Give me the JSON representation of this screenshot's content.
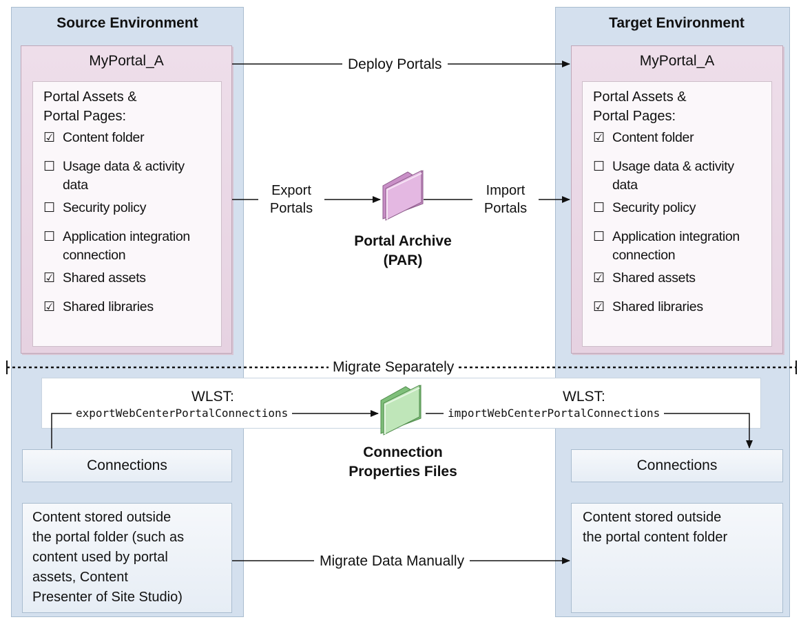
{
  "source_env": {
    "title": "Source Environment",
    "portal_name": "MyPortal_A",
    "assets_heading": [
      "Portal Assets &",
      "Portal Pages:"
    ],
    "assets": [
      {
        "label": [
          "Content folder"
        ],
        "checked": true
      },
      {
        "label": [
          "Usage data & activity",
          "data"
        ],
        "checked": false
      },
      {
        "label": [
          "Security policy"
        ],
        "checked": false
      },
      {
        "label": [
          "Application integration",
          "connection"
        ],
        "checked": false
      },
      {
        "label": [
          "Shared assets"
        ],
        "checked": true
      },
      {
        "label": [
          "Shared libraries"
        ],
        "checked": true
      }
    ],
    "connections_label": "Connections",
    "content_outside": [
      "Content stored outside",
      "the portal folder (such as",
      "content used by portal",
      "assets, Content",
      "Presenter of Site Studio)"
    ]
  },
  "target_env": {
    "title": "Target Environment",
    "portal_name": "MyPortal_A",
    "assets_heading": [
      "Portal Assets &",
      "Portal Pages:"
    ],
    "assets": [
      {
        "label": [
          "Content folder"
        ],
        "checked": true
      },
      {
        "label": [
          "Usage data & activity",
          "data"
        ],
        "checked": false
      },
      {
        "label": [
          "Security policy"
        ],
        "checked": false
      },
      {
        "label": [
          "Application integration",
          "connection"
        ],
        "checked": false
      },
      {
        "label": [
          "Shared assets"
        ],
        "checked": true
      },
      {
        "label": [
          "Shared libraries"
        ],
        "checked": true
      }
    ],
    "connections_label": "Connections",
    "content_outside": [
      "Content stored outside",
      "the portal content folder"
    ]
  },
  "flows": {
    "deploy": "Deploy Portals",
    "export": [
      "Export",
      "Portals"
    ],
    "import": [
      "Import",
      "Portals"
    ],
    "par_label": [
      "Portal Archive",
      "(PAR)"
    ],
    "migrate_separately": "Migrate Separately",
    "wlst_export_prefix": "WLST:",
    "wlst_export_cmd": "exportWebCenterPortalConnections",
    "wlst_import_prefix": "WLST:",
    "wlst_import_cmd": "importWebCenterPortalConnections",
    "conn_files_label": [
      "Connection",
      "Properties Files"
    ],
    "migrate_manually": "Migrate Data Manually"
  },
  "checkbox_glyphs": {
    "checked": "☑",
    "unchecked": "☐"
  },
  "colors": {
    "env_bg": "#d4e0ee",
    "portal_bg": "#e9d7e5",
    "par_folder": "#d9a8d6",
    "conn_folder": "#9fd49a"
  }
}
